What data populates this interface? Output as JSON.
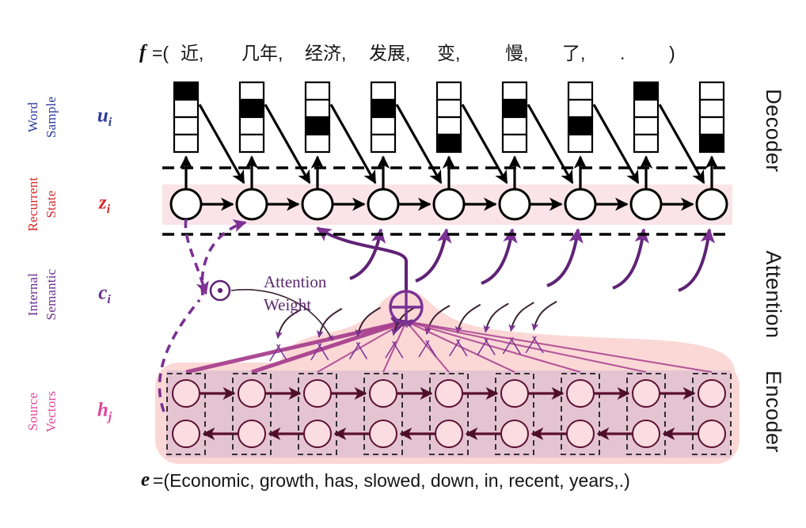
{
  "figure": {
    "title_target_sentence": {
      "lead": "f",
      "equals_open": "=(",
      "tokens": [
        "近,",
        "几年,",
        "经济,",
        "发展,",
        "变,",
        "慢,",
        "了,",
        ".",
        ")"
      ]
    },
    "source_sentence": {
      "lead": "e",
      "text": "=(Economic, growth, has, slowed, down, in, recent, years,.)"
    },
    "attention_caption": {
      "line1": "Attention",
      "line2": "Weight"
    }
  },
  "row_labels": [
    {
      "id": "word-sample",
      "line1": "Word",
      "line2": "Sample",
      "symbol": "u",
      "subscript": "i",
      "color": "#2d3a9e"
    },
    {
      "id": "recurrent-state",
      "line1": "Recurrent",
      "line2": "State",
      "symbol": "z",
      "subscript": "i",
      "color": "#d42a2a"
    },
    {
      "id": "internal-semantic",
      "line1": "Internal",
      "line2": "Semantic",
      "symbol": "c",
      "subscript": "i",
      "color": "#6b2f8f"
    },
    {
      "id": "source-vectors",
      "line1": "Source",
      "line2": "Vectors",
      "symbol": "h",
      "subscript": "j",
      "color": "#e0489c"
    }
  ],
  "stage_labels": [
    {
      "id": "decoder",
      "text": "Decoder"
    },
    {
      "id": "attention",
      "text": "Attention"
    },
    {
      "id": "encoder",
      "text": "Encoder"
    }
  ],
  "colors": {
    "decoder_band": "#fae4e9",
    "encoder_outer": "#fbd8d6",
    "encoder_inner": "#dcbcd0",
    "attention_blob": "#fbd8d6",
    "purple": "#7b3194",
    "purple_dark": "#5f2376",
    "magenta": "#a8418f",
    "encoder_node": "#fadce1",
    "encoder_stroke": "#5a1030",
    "black": "#000000"
  },
  "word_samples": {
    "cells_per_column": 4,
    "columns": [
      {
        "index": 1,
        "filled_cell": 1
      },
      {
        "index": 2,
        "filled_cell": 2
      },
      {
        "index": 3,
        "filled_cell": 3
      },
      {
        "index": 4,
        "filled_cell": 2
      },
      {
        "index": 5,
        "filled_cell": 4
      },
      {
        "index": 6,
        "filled_cell": 2
      },
      {
        "index": 7,
        "filled_cell": 3
      },
      {
        "index": 8,
        "filled_cell": 1
      },
      {
        "index": 9,
        "filled_cell": 4
      }
    ]
  },
  "recurrent_states": {
    "count": 9
  },
  "encoder": {
    "columns": 9,
    "directions": [
      "forward",
      "backward"
    ]
  },
  "attention_nodes": [
    {
      "id": "elementwise-product",
      "glyph": "dot-in-circle"
    },
    {
      "id": "weighted-sum",
      "glyph": "plus-in-circle"
    }
  ]
}
